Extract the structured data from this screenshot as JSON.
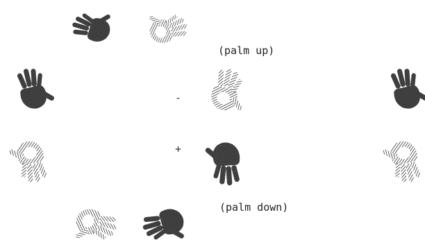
{
  "labels": {
    "palm_up": "(palm up)",
    "palm_down": "(palm down)",
    "minus": "-",
    "plus": "+"
  },
  "figure": {
    "hands": [
      {
        "id": "top-left",
        "style": "solid",
        "icon": "hand-icon"
      },
      {
        "id": "top-second",
        "style": "outline",
        "icon": "hand-icon"
      },
      {
        "id": "left-upper",
        "style": "solid",
        "icon": "hand-icon"
      },
      {
        "id": "left-lower",
        "style": "outline",
        "icon": "hand-icon"
      },
      {
        "id": "center-upper",
        "style": "outline",
        "icon": "hand-icon"
      },
      {
        "id": "center-lower",
        "style": "solid",
        "icon": "hand-icon"
      },
      {
        "id": "right-upper",
        "style": "solid",
        "icon": "hand-icon"
      },
      {
        "id": "right-lower",
        "style": "outline",
        "icon": "hand-icon"
      },
      {
        "id": "bottom-left",
        "style": "outline",
        "icon": "hand-icon"
      },
      {
        "id": "bottom-right",
        "style": "solid",
        "icon": "hand-icon"
      }
    ],
    "colors": {
      "solid_fill": "#333333",
      "hatch": "#555555",
      "background": "#ffffff"
    }
  }
}
